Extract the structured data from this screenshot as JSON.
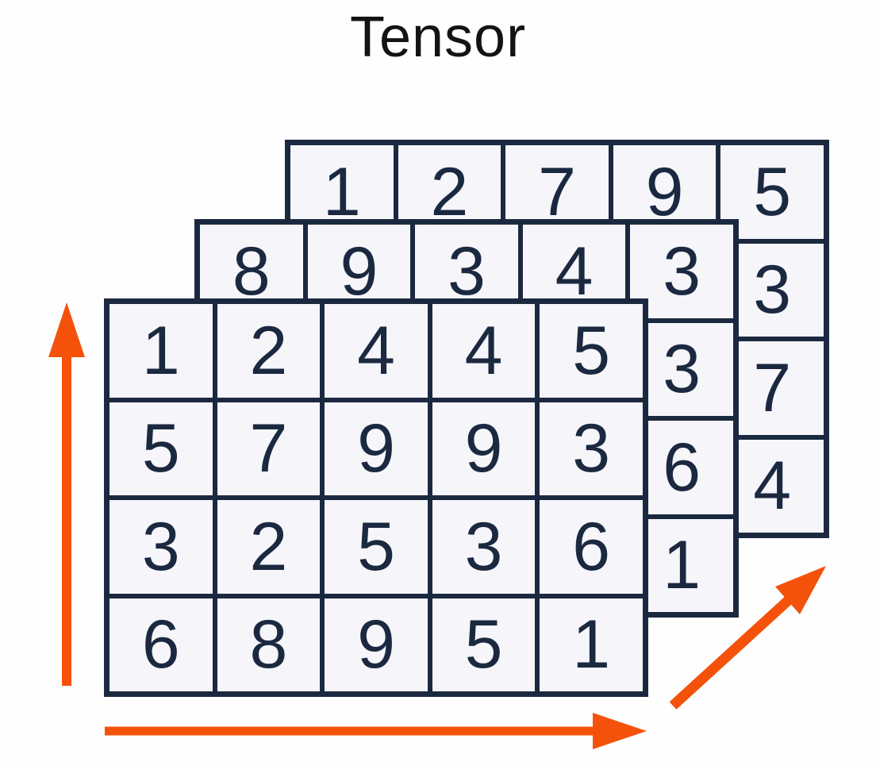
{
  "title": "Tensor",
  "colors": {
    "accent_orange": "#f4520b",
    "grid_border": "#1b2940",
    "cell_fill": "#f6f5fa",
    "digit_color": "#1b2940",
    "title_color": "#131313",
    "background": "#fefefe"
  },
  "tensor": {
    "rows": 4,
    "cols": 5,
    "layers": [
      {
        "name": "back",
        "values": [
          [
            1,
            2,
            7,
            9,
            5
          ],
          [
            null,
            null,
            null,
            null,
            3
          ],
          [
            null,
            null,
            null,
            null,
            7
          ],
          [
            null,
            null,
            null,
            null,
            4
          ]
        ]
      },
      {
        "name": "middle",
        "values": [
          [
            8,
            9,
            3,
            4,
            3
          ],
          [
            null,
            null,
            null,
            null,
            3
          ],
          [
            null,
            null,
            null,
            null,
            6
          ],
          [
            null,
            null,
            null,
            null,
            1
          ]
        ]
      },
      {
        "name": "front",
        "values": [
          [
            1,
            2,
            4,
            4,
            5
          ],
          [
            5,
            7,
            9,
            9,
            3
          ],
          [
            3,
            2,
            5,
            3,
            6
          ],
          [
            6,
            8,
            9,
            5,
            1
          ]
        ]
      }
    ]
  },
  "axes": [
    {
      "name": "vertical-axis-arrow",
      "direction": "up"
    },
    {
      "name": "horizontal-axis-arrow",
      "direction": "right"
    },
    {
      "name": "depth-axis-arrow",
      "direction": "up-right"
    }
  ]
}
